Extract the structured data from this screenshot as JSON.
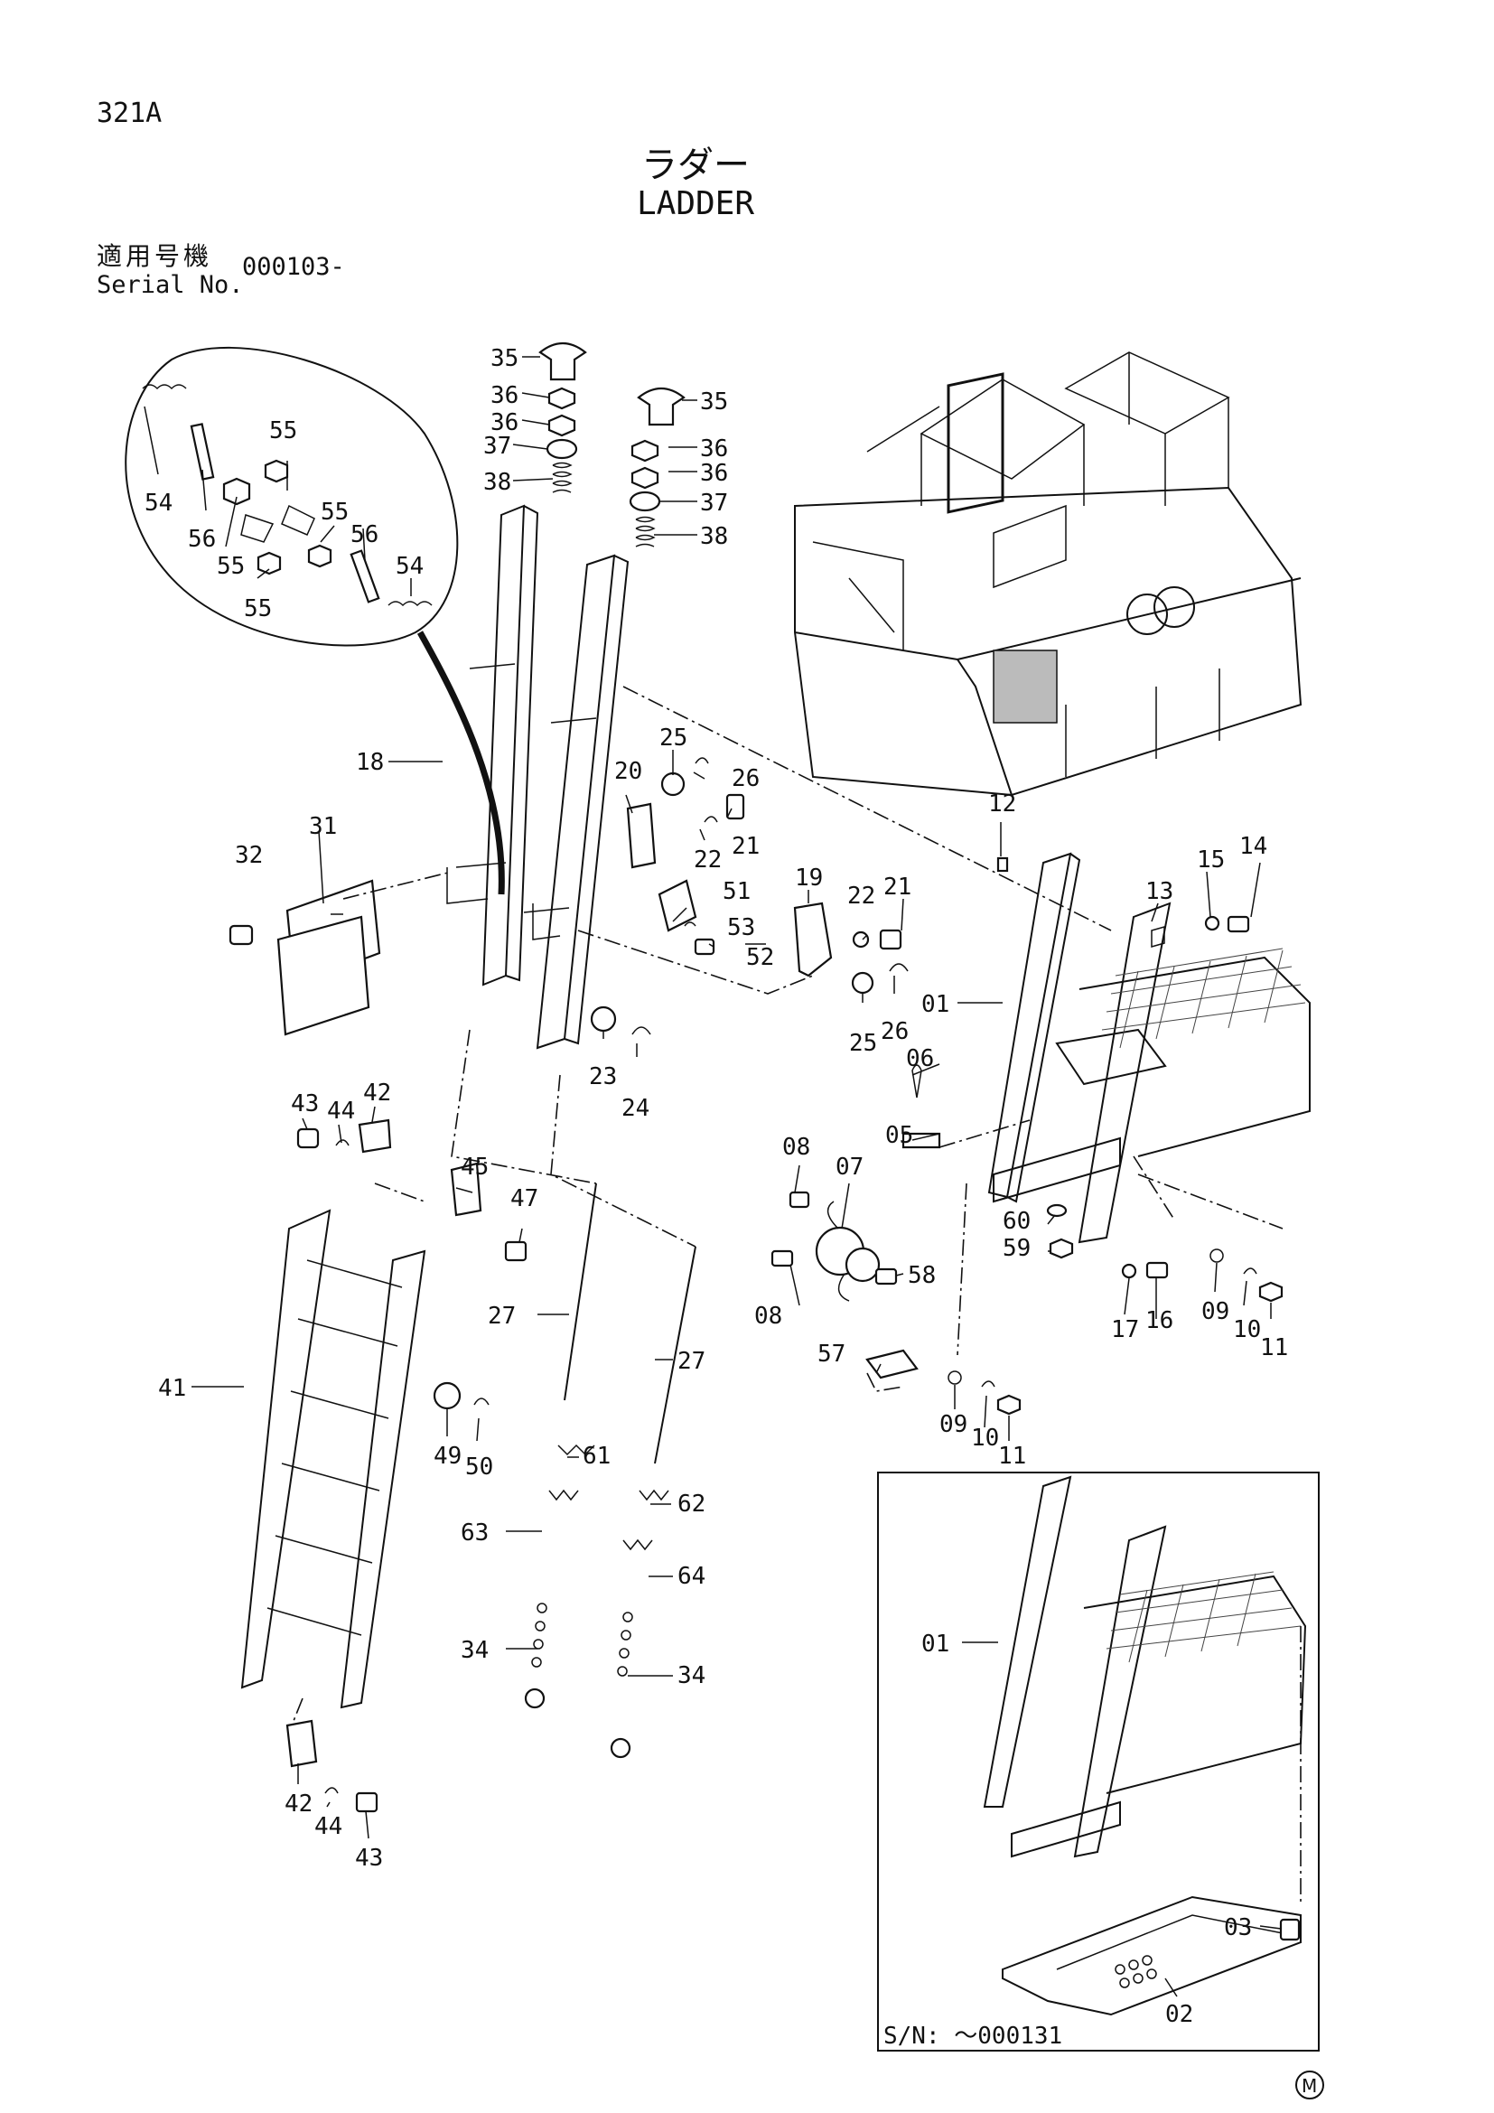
{
  "header": {
    "page_id": "321A",
    "title_jp": "ラダー",
    "title_en": "LADDER",
    "serial_label_jp": "適用号機",
    "serial_label_en": "Serial No.",
    "serial_range": "000103-"
  },
  "inset": {
    "serial_note": "S/N: ～000131",
    "mark": "M"
  },
  "callouts": {
    "c35a": "35",
    "c36a": "36",
    "c36b": "36",
    "c37a": "37",
    "c38a": "38",
    "c35b": "35",
    "c36c": "36",
    "c36d": "36",
    "c37b": "37",
    "c38b": "38",
    "c55a": "55",
    "c54a": "54",
    "c56a": "56",
    "c55b": "55",
    "c55c": "55",
    "c55d": "55",
    "c56b": "56",
    "c54b": "54",
    "c18": "18",
    "c25a": "25",
    "c26a": "26",
    "c20": "20",
    "c22a": "22",
    "c21a": "21",
    "c31": "31",
    "c32": "32",
    "c19": "19",
    "c51": "51",
    "c53": "53",
    "c52": "52",
    "c22b": "22",
    "c21b": "21",
    "c25b": "25",
    "c26b": "26",
    "c23": "23",
    "c24": "24",
    "c12": "12",
    "c13": "13",
    "c15": "15",
    "c14": "14",
    "c01a": "01",
    "c06": "06",
    "c05": "05",
    "c08a": "08",
    "c07": "07",
    "c60": "60",
    "c59": "59",
    "c08b": "08",
    "c58": "58",
    "c57": "57",
    "c17": "17",
    "c16": "16",
    "c09a": "09",
    "c10a": "10",
    "c11a": "11",
    "c09b": "09",
    "c10b": "10",
    "c11b": "11",
    "c43a": "43",
    "c44a": "44",
    "c42a": "42",
    "c45": "45",
    "c47": "47",
    "c27a": "27",
    "c27b": "27",
    "c41": "41",
    "c49": "49",
    "c50": "50",
    "c61": "61",
    "c62": "62",
    "c63": "63",
    "c64": "64",
    "c34a": "34",
    "c34b": "34",
    "c42b": "42",
    "c44b": "44",
    "c43b": "43",
    "c01b": "01",
    "c03": "03",
    "c02": "02"
  },
  "icons": {
    "inset_mark": "circled-m-icon"
  }
}
